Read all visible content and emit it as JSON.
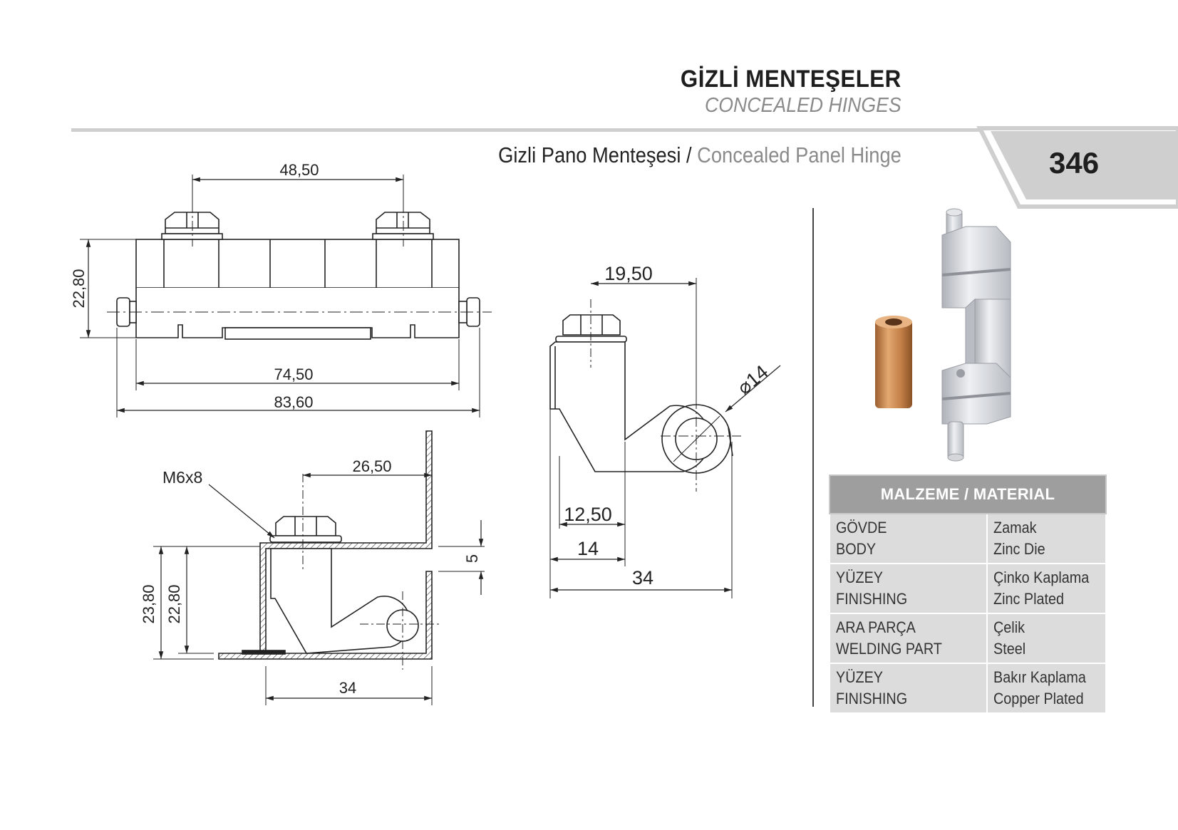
{
  "header": {
    "category_tr": "GİZLİ MENTEŞELER",
    "category_en": "CONCEALED HINGES",
    "product_tr": "Gizli Pano Menteşesi",
    "separator": "/",
    "product_en": "Concealed Panel Hinge",
    "page_number": "346"
  },
  "drawings": {
    "top_view": {
      "dims": [
        "48,50",
        "22,80",
        "74,50",
        "83,60"
      ]
    },
    "side_view": {
      "dims": [
        "19,50",
        "14",
        "12,50",
        "14",
        "34"
      ]
    },
    "mount_view": {
      "callout": "M6x8",
      "dims": [
        "26,50",
        "5",
        "23,80",
        "22,80",
        "34"
      ]
    }
  },
  "material_table": {
    "header": "MALZEME / MATERIAL",
    "rows": [
      {
        "part_tr": "GÖVDE",
        "part_en": "BODY",
        "mat_tr": "Zamak",
        "mat_en": "Zinc Die"
      },
      {
        "part_tr": "YÜZEY",
        "part_en": "FINISHING",
        "mat_tr": "Çinko Kaplama",
        "mat_en": "Zinc Plated"
      },
      {
        "part_tr": "ARA PARÇA",
        "part_en": "WELDING PART",
        "mat_tr": "Çelik",
        "mat_en": "Steel"
      },
      {
        "part_tr": "YÜZEY",
        "part_en": "FINISHING",
        "mat_tr": "Bakır Kaplama",
        "mat_en": "Copper Plated"
      }
    ]
  },
  "colors": {
    "header_band": "#cfcfcf",
    "table_header": "#9e9e9e",
    "table_cell": "#dcdcdc",
    "copper": "#c98a52",
    "zinc": "#d4d6da"
  }
}
